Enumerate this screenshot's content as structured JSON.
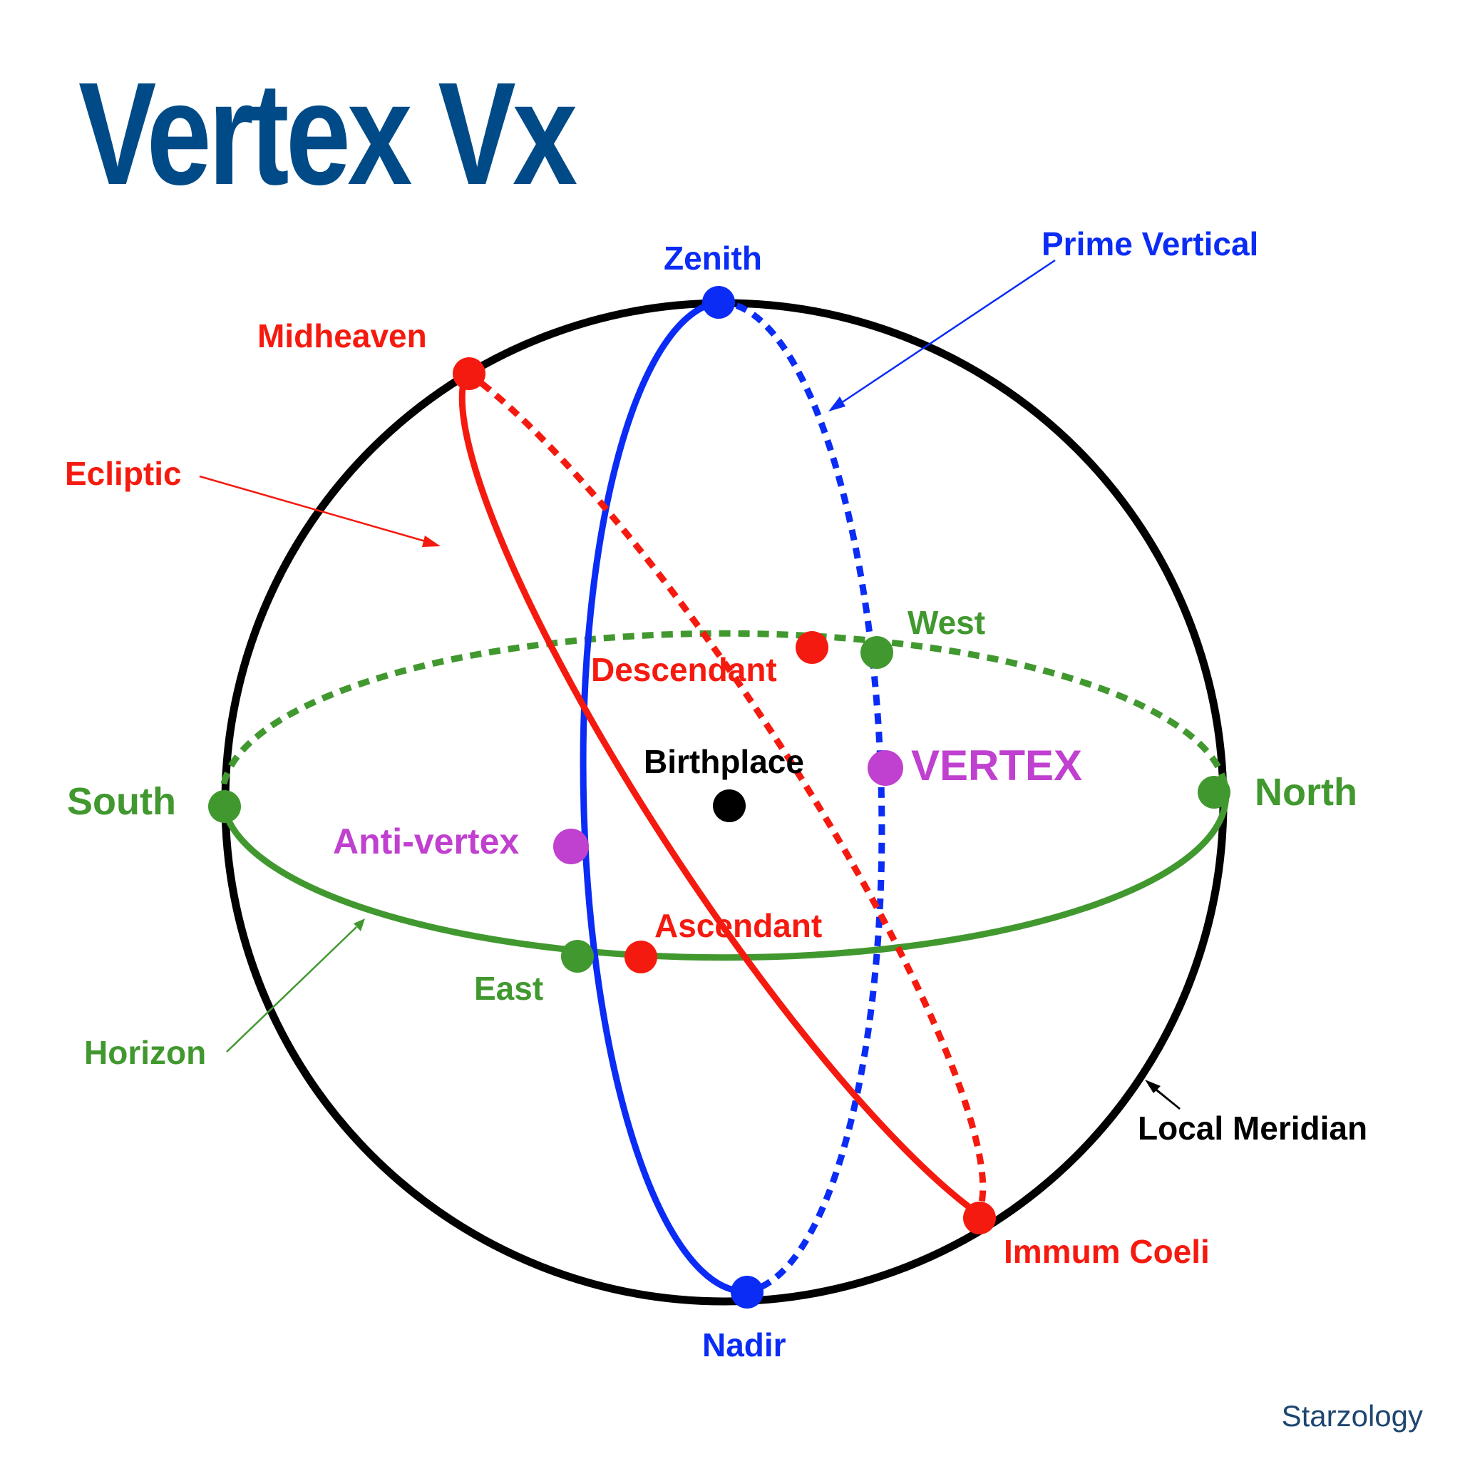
{
  "title": "Vertex Vx",
  "brand": "Starzology",
  "colors": {
    "title": "#004b87",
    "meridian": "#000000",
    "prime_vertical": "#0a2cf5",
    "ecliptic": "#f51a0f",
    "horizon": "#41982f",
    "vertex": "#c040cf"
  },
  "labels": {
    "zenith": "Zenith",
    "nadir": "Nadir",
    "prime_vertical": "Prime Vertical",
    "midheaven": "Midheaven",
    "ecliptic": "Ecliptic",
    "west": "West",
    "descendant": "Descendant",
    "birthplace": "Birthplace",
    "vertex": "VERTEX",
    "south": "South",
    "north": "North",
    "anti_vertex": "Anti-vertex",
    "ascendant": "Ascendant",
    "east": "East",
    "horizon": "Horizon",
    "local_meridian": "Local Meridian",
    "immum_coeli": "Immum Coeli"
  }
}
